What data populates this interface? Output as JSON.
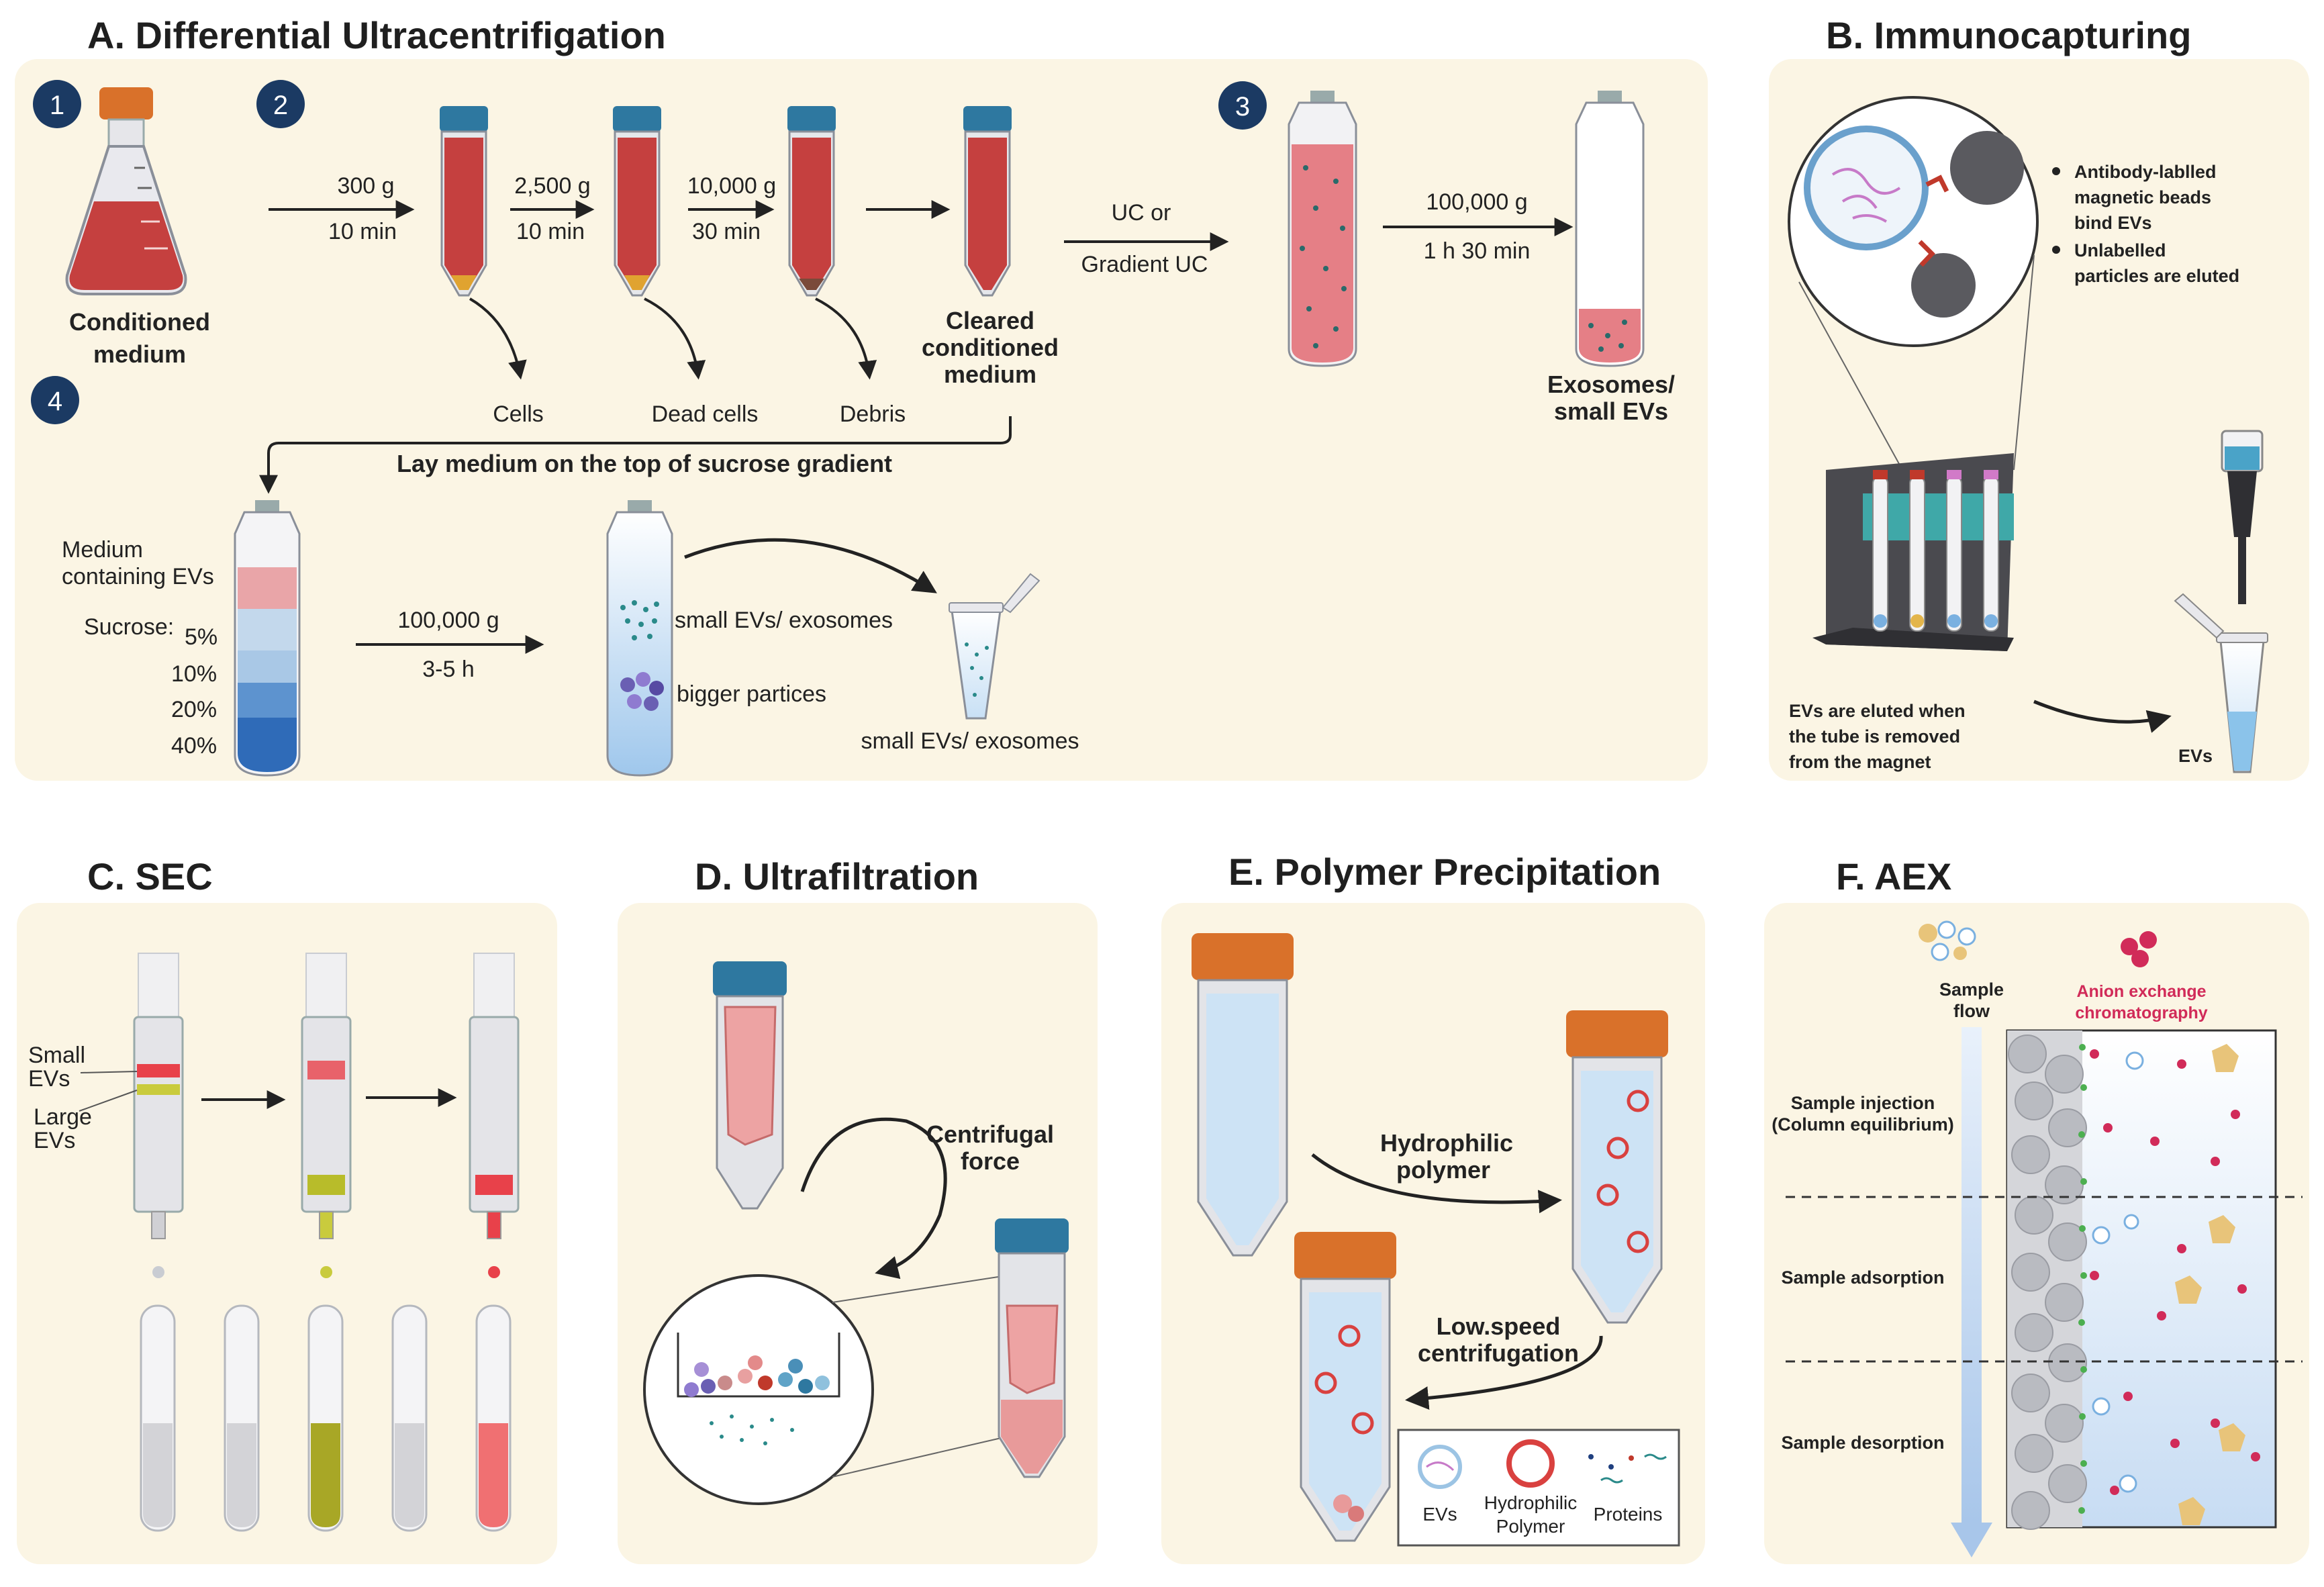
{
  "panels": {
    "a": {
      "title": "A. Differential Ultracentrifigation",
      "steps": [
        "1",
        "2",
        "3",
        "4"
      ],
      "conditioned": [
        "Conditioned",
        "medium"
      ],
      "spins": [
        {
          "g": "300 g",
          "time": "10 min"
        },
        {
          "g": "2,500 g",
          "time": "10 min"
        },
        {
          "g": "10,000 g",
          "time": "30 min"
        }
      ],
      "pellets": [
        "Cells",
        "Dead cells",
        "Debris"
      ],
      "cleared": [
        "Cleared",
        "conditioned",
        "medium"
      ],
      "uc_option": [
        "UC or",
        "Gradient UC"
      ],
      "final_spin": {
        "g": "100,000 g",
        "time": "1 h 30 min"
      },
      "exosomes": [
        "Exosomes/",
        "small EVs"
      ],
      "lay_medium": "Lay medium on the top of sucrose gradient",
      "medium_evs": [
        "Medium",
        "containing EVs"
      ],
      "sucrose_label": "Sucrose:",
      "sucrose_levels": [
        "5%",
        "10%",
        "20%",
        "40%"
      ],
      "gradient_spin": {
        "g": "100,000 g",
        "time": "3-5 h"
      },
      "fraction_small": "small EVs/ exosomes",
      "fraction_big": "bigger partices",
      "collected": "small EVs/ exosomes"
    },
    "b": {
      "title": "B. Immunocapturing",
      "bullets": [
        [
          "Antibody-lablled",
          "magnetic beads",
          "bind EVs"
        ],
        [
          "Unlabelled",
          "particles are eluted"
        ]
      ],
      "eluted": [
        "EVs are eluted when",
        "the tube is removed",
        "from the magnet"
      ],
      "evs": "EVs"
    },
    "c": {
      "title": "C. SEC",
      "small": [
        "Small",
        "EVs"
      ],
      "large": [
        "Large",
        "EVs"
      ]
    },
    "d": {
      "title": "D. Ultrafiltration",
      "force": [
        "Centrifugal",
        "force"
      ]
    },
    "e": {
      "title": "E. Polymer Precipitation",
      "hydrophilic": [
        "Hydrophilic",
        "polymer"
      ],
      "lowspeed": [
        "Low.speed",
        "centrifugation"
      ],
      "legend": {
        "evs": "EVs",
        "polymer": [
          "Hydrophilic",
          "Polymer"
        ],
        "proteins": "Proteins"
      }
    },
    "f": {
      "title": "F. AEX",
      "sample_flow": [
        "Sample",
        "flow"
      ],
      "aex": [
        "Anion exchange",
        "chromatography"
      ],
      "stages": [
        [
          "Sample injection",
          "(Column equilibrium)"
        ],
        [
          "Sample adsorption"
        ],
        [
          "Sample desorption"
        ]
      ]
    }
  },
  "colors": {
    "panel_bg": "#fbf5e4",
    "step_circle": "#1b3a63",
    "medium_red": "#c5403f",
    "cap_blue": "#2e78a0",
    "cap_orange": "#d9712a",
    "sucrose": [
      "#e9a5a8",
      "#c3d8ec",
      "#8ab4de",
      "#5d93cf",
      "#2f6bb8"
    ],
    "aex_red": "#d12b59"
  }
}
